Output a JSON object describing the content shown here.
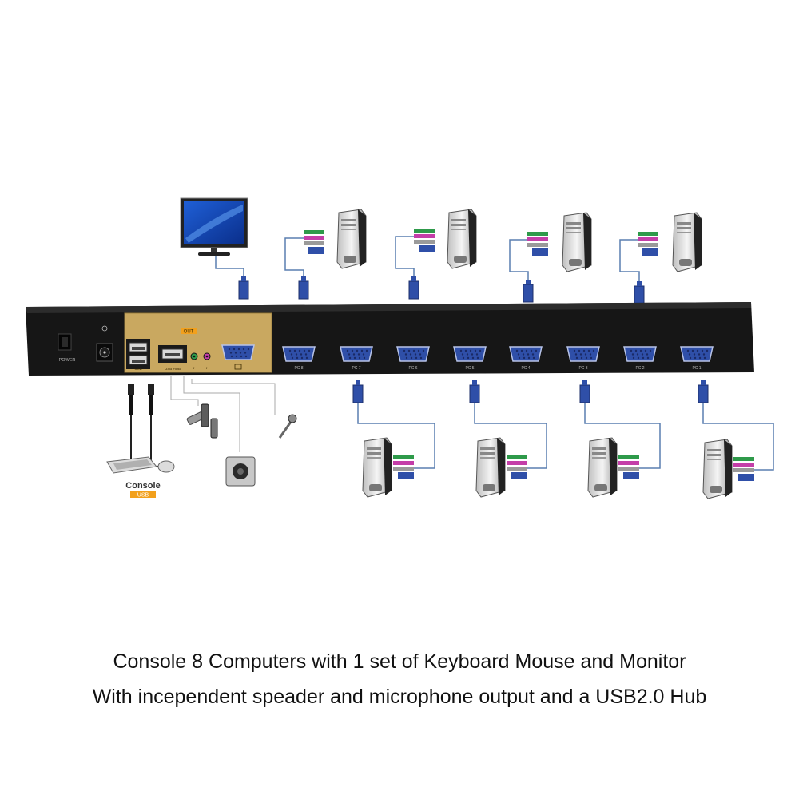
{
  "device": {
    "power_label": "POWER",
    "console_label": "Console",
    "console_badge": "USB",
    "usb_label": "USB",
    "usb_hub_label": "USB HUB",
    "output_badge": "OUT",
    "pc_ports": [
      "PC 8",
      "PC 7",
      "PC 6",
      "PC 5",
      "PC 4",
      "PC 3",
      "PC 2",
      "PC 1"
    ]
  },
  "caption": {
    "line1": "Console 8 Computers with 1 set of Keyboard  Mouse and Monitor",
    "line2": "With incependent speader and microphone output and a USB2.0 Hub"
  },
  "colors": {
    "chassis": "#161616",
    "console_panel": "#c9a860",
    "vga_blue": "#2f4fa8",
    "cable": "#5a7fb0",
    "badge": "#f2a01c"
  }
}
